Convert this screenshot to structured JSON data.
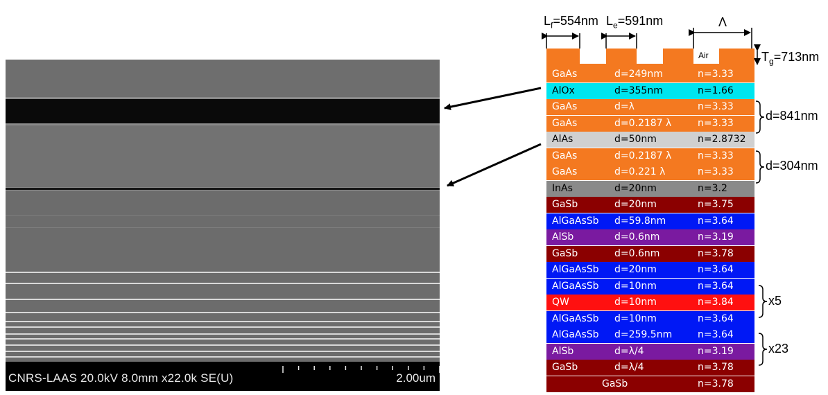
{
  "sem": {
    "caption": "CNRS-LAAS 20.0kV 8.0mm x22.0k SE(U)",
    "scale_label": "2.00um",
    "colors": {
      "background": "#6f6f6f",
      "dark_band": "#0a0a0a",
      "bright_line": "#d8d8d8",
      "caption_bar": "#000000"
    }
  },
  "grating": {
    "lf": "554nm",
    "le": "591nm",
    "period_symbol": "Λ",
    "air_label": "Air",
    "tg": "713nm",
    "color": "#f47920"
  },
  "layers": [
    {
      "material": "GaAs",
      "thickness": "d=249nm",
      "index": "n=3.33",
      "color": "#f47920"
    },
    {
      "material": "AlOx",
      "thickness": "d=355nm",
      "index": "n=1.66",
      "color": "#00e5ef",
      "dark_text": true
    },
    {
      "material": "GaAs",
      "thickness": "d=λ",
      "index": "n=3.33",
      "color": "#f47920"
    },
    {
      "material": "GaAs",
      "thickness": "d=0.2187 λ",
      "index": "n=3.33",
      "color": "#f47920"
    },
    {
      "material": "AlAs",
      "thickness": "d=50nm",
      "index": "n=2.8732",
      "color": "#d0d0d0",
      "dark_text": true
    },
    {
      "material": "GaAs",
      "thickness": "d=0.2187 λ",
      "index": "n=3.33",
      "color": "#f47920"
    },
    {
      "material": "GaAs",
      "thickness": "d=0.221 λ",
      "index": "n=3.33",
      "color": "#f47920"
    },
    {
      "material": "InAs",
      "thickness": "d=20nm",
      "index": "n=3.2",
      "color": "#8a8a8a",
      "dark_text": true
    },
    {
      "material": "GaSb",
      "thickness": "d=20nm",
      "index": "n=3.75",
      "color": "#8b0000"
    },
    {
      "material": "AlGaAsSb",
      "thickness": "d=59.8nm",
      "index": "n=3.64",
      "color": "#0018f5"
    },
    {
      "material": "AlSb",
      "thickness": "d=0.6nm",
      "index": "n=3.19",
      "color": "#7a1aa0"
    },
    {
      "material": "GaSb",
      "thickness": "d=0.6nm",
      "index": "n=3.78",
      "color": "#8b0000"
    },
    {
      "material": "AlGaAsSb",
      "thickness": "d=20nm",
      "index": "n=3.64",
      "color": "#0018f5"
    },
    {
      "material": "AlGaAsSb",
      "thickness": "d=10nm",
      "index": "n=3.64",
      "color": "#0018f5"
    },
    {
      "material": "QW",
      "thickness": "d=10nm",
      "index": "n=3.84",
      "color": "#ff1010"
    },
    {
      "material": "AlGaAsSb",
      "thickness": "d=10nm",
      "index": "n=3.64",
      "color": "#0018f5"
    },
    {
      "material": "AlGaAsSb",
      "thickness": "d=259.5nm",
      "index": "n=3.64",
      "color": "#0018f5"
    },
    {
      "material": "AlSb",
      "thickness": "d=λ/4",
      "index": "n=3.19",
      "color": "#7a1aa0"
    },
    {
      "material": "GaSb",
      "thickness": "d=λ/4",
      "index": "n=3.78",
      "color": "#8b0000"
    },
    {
      "material": "GaSb",
      "thickness": "",
      "index": "n=3.78",
      "color": "#8b0000",
      "centered": true
    }
  ],
  "annotations": {
    "d_841": "841nm",
    "d_304": "304nm",
    "x5": "x5",
    "x23": "x23"
  }
}
